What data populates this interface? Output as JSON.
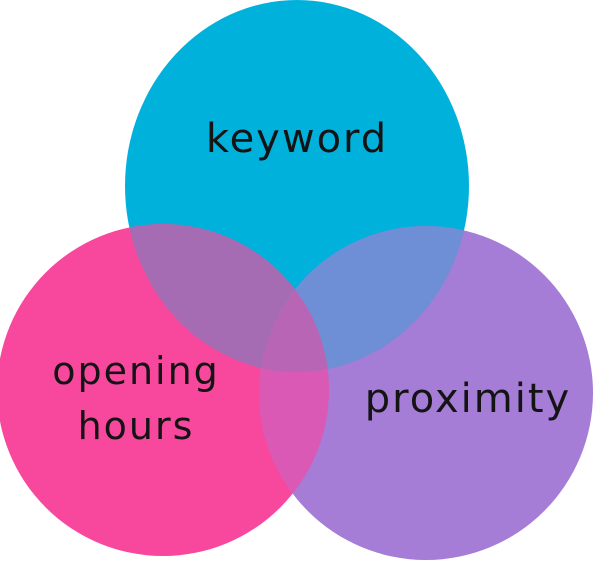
{
  "diagram": {
    "type": "venn",
    "background": "#ffffff",
    "text_color": "#141414",
    "circles": [
      {
        "id": "keyword",
        "label": "keyword",
        "color": "#00B1DC"
      },
      {
        "id": "opening-hours",
        "label": "opening\nhours",
        "color": "#F8489E"
      },
      {
        "id": "proximity",
        "label": "proximity",
        "color": "#A57CD6"
      }
    ],
    "overlaps": {
      "keyword_opening_hours": "#A56CB4",
      "keyword_proximity": "#6E8ED6",
      "opening_hours_proximity": "#DA59B5",
      "all_three": "#B965B5"
    }
  }
}
